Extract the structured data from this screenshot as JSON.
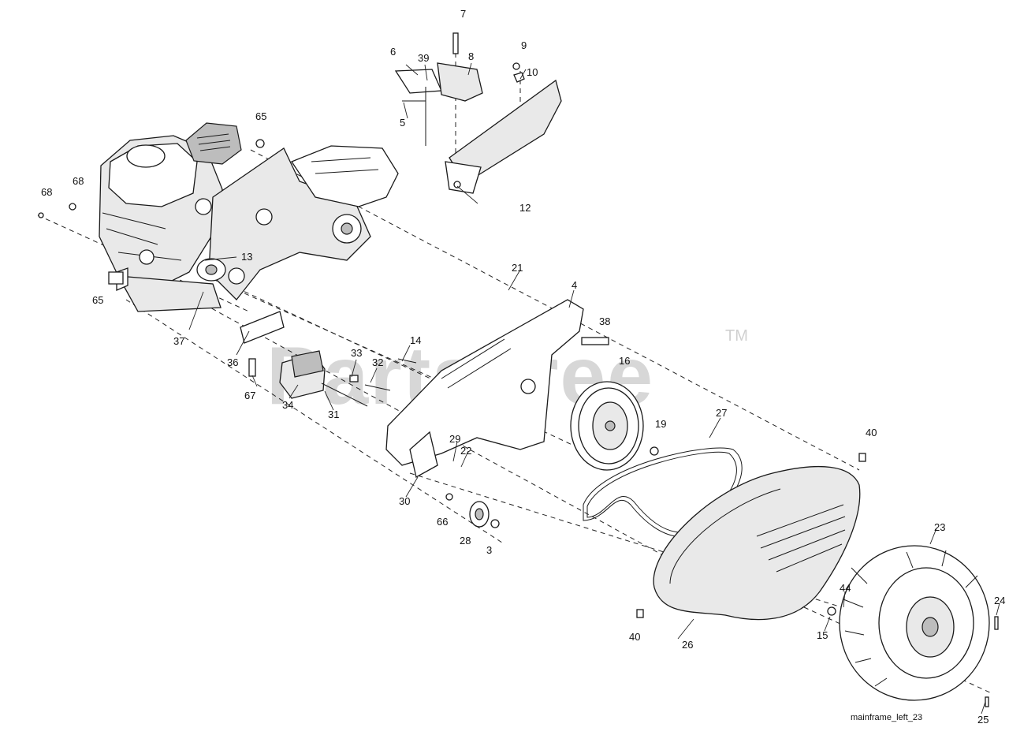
{
  "watermark": {
    "text": "PartsTree",
    "tm": "TM"
  },
  "reference_code": "mainframe_left_23",
  "callouts": {
    "c3": "3",
    "c4": "4",
    "c5": "5",
    "c6": "6",
    "c7": "7",
    "c8": "8",
    "c9": "9",
    "c10": "10",
    "c12": "12",
    "c13": "13",
    "c14": "14",
    "c15": "15",
    "c16": "16",
    "c19": "19",
    "c21": "21",
    "c22": "22",
    "c23": "23",
    "c24": "24",
    "c25": "25",
    "c26": "26",
    "c27": "27",
    "c28": "28",
    "c29": "29",
    "c30": "30",
    "c31": "31",
    "c32": "32",
    "c33": "33",
    "c34": "34",
    "c36": "36",
    "c37": "37",
    "c38": "38",
    "c39": "39",
    "c40": "40",
    "c44": "44",
    "c65": "65",
    "c66": "66",
    "c67": "67",
    "c68": "68"
  }
}
